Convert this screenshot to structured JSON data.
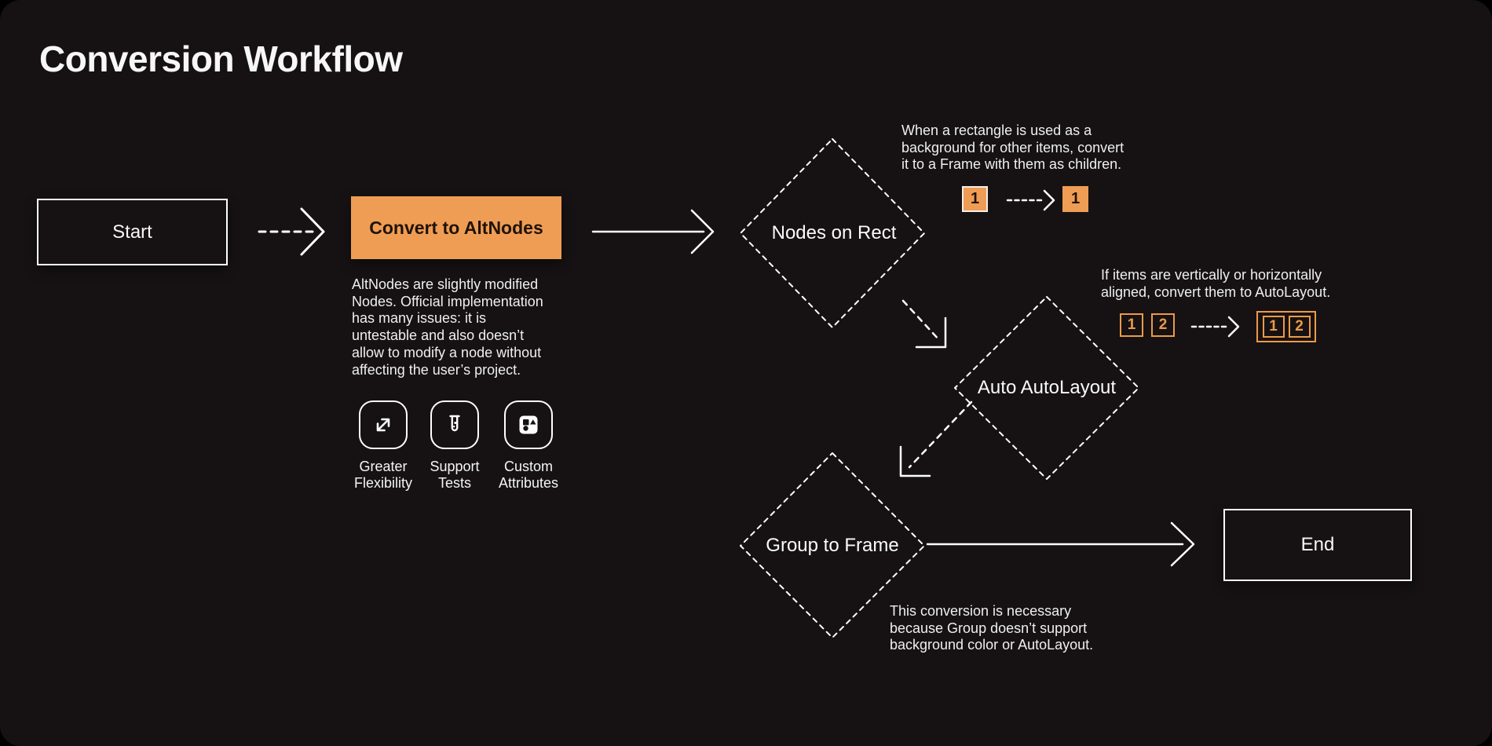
{
  "title": "Conversion Workflow",
  "colors": {
    "background": "#161213",
    "accent_fill": "#EF9D55",
    "accent_outline": "#EC9A49",
    "stroke_white": "#FFFFFF",
    "text_on_accent": "#201307"
  },
  "nodes": {
    "start": {
      "label": "Start"
    },
    "convert": {
      "label": "Convert to AltNodes"
    },
    "nodes_on_rect": {
      "label": "Nodes on Rect"
    },
    "auto_autolayout": {
      "label": "Auto AutoLayout"
    },
    "group_to_frame": {
      "label": "Group to Frame"
    },
    "end": {
      "label": "End"
    }
  },
  "altnodes_note_lines": [
    "AltNodes are slightly modified",
    "Nodes. Official implementation",
    "has many issues: it is",
    "untestable and also doesn’t",
    "allow to modify a node without",
    "affecting the user’s project."
  ],
  "features": [
    {
      "icon": "expand-icon",
      "label": "Greater Flexibility"
    },
    {
      "icon": "test-tube-icon",
      "label": "Support Tests"
    },
    {
      "icon": "shapes-icon",
      "label": "Custom Attributes"
    }
  ],
  "annotations": {
    "rect_lines": [
      "When a rectangle is used as a",
      "background for other items, convert",
      "it to a Frame with them as children."
    ],
    "autolayout_lines": [
      "If items are vertically or horizontally",
      "aligned, convert them to AutoLayout."
    ],
    "group_lines": [
      "This conversion is necessary",
      "because Group doesn’t support",
      "background color or AutoLayout."
    ]
  },
  "mini_demo": {
    "rect_before": "1",
    "rect_after": "1",
    "align_before": [
      "1",
      "2"
    ],
    "align_after": [
      "1",
      "2"
    ]
  }
}
